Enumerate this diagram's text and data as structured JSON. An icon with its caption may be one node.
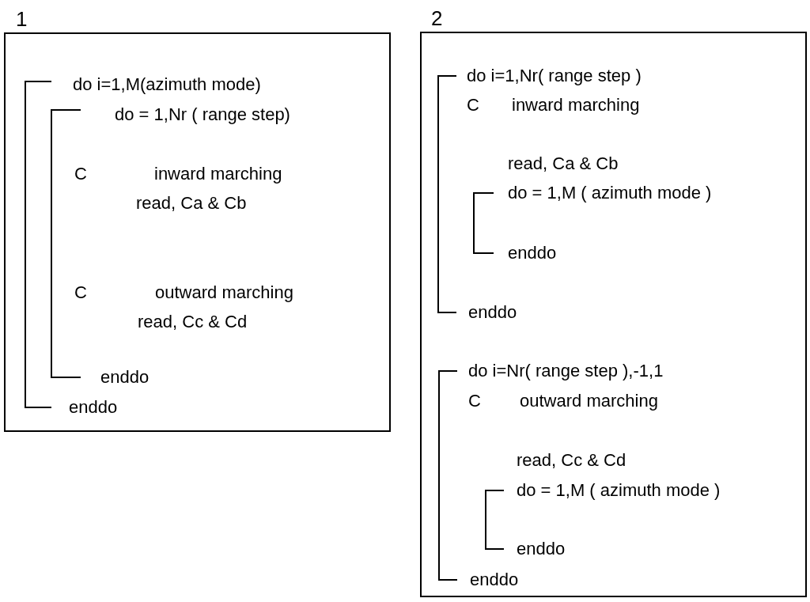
{
  "diagram": {
    "nodes": [
      {
        "text": [
          "1",
          "do i=1,M(azimuth mode)",
          "do = 1,Nr ( range step)",
          "C",
          "inward marching",
          "read, Ca & Cb",
          "C",
          "outward marching",
          "read, Cc & Cd",
          "enddo",
          "enddo"
        ]
      },
      {
        "text": [
          "2",
          "do i=1,Nr( range step )",
          "C",
          "inward marching",
          "read, Ca & Cb",
          "do = 1,M ( azimuth mode )",
          "enddo",
          "enddo",
          "do i=Nr( range step ),-1,1",
          "C",
          "outward marching",
          "read, Cc & Cd",
          "do = 1,M ( azimuth mode )",
          "enddo",
          "enddo"
        ]
      }
    ]
  }
}
